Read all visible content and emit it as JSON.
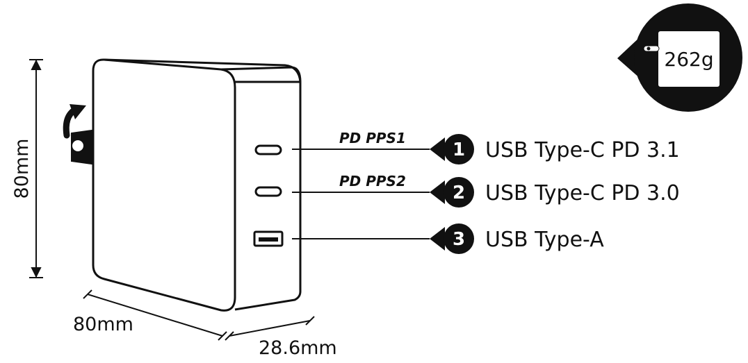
{
  "dimensions": {
    "height": "80mm",
    "length": "80mm",
    "depth": "28.6mm"
  },
  "weight": "262g",
  "ports": [
    {
      "number": "1",
      "tag": "PD PPS1",
      "label": "USB Type-C PD 3.1",
      "kind": "usb-c"
    },
    {
      "number": "2",
      "tag": "PD PPS2",
      "label": "USB Type-C PD 3.0",
      "kind": "usb-c"
    },
    {
      "number": "3",
      "tag": "",
      "label": "USB Type-A",
      "kind": "usb-a"
    }
  ],
  "colors": {
    "ink": "#111111",
    "paper": "#ffffff"
  }
}
